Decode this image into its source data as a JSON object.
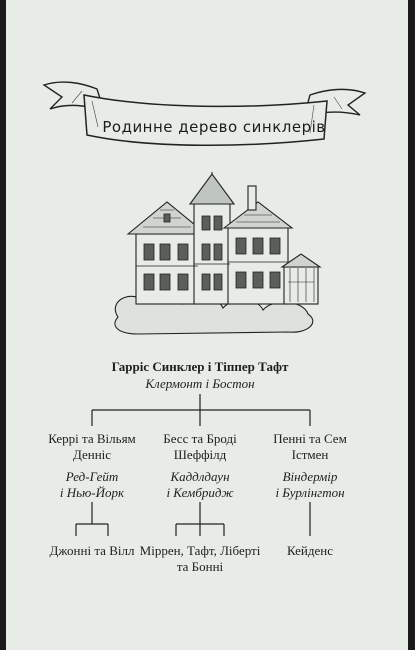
{
  "banner": {
    "title": "Родинне дерево синклерів"
  },
  "root": {
    "names": "Гарріс Синклер і Тіппер Тафт",
    "places": "Клермонт і Бостон"
  },
  "branches": [
    {
      "line1": "Керрі та Вільям",
      "line2": "Денніс",
      "place1": "Ред-Гейт",
      "place2": "і Нью-Йорк",
      "children": [
        "Джонні та Вілл"
      ]
    },
    {
      "line1": "Бесс та Броді",
      "line2": "Шеффілд",
      "place1": "Каддлдаун",
      "place2": "і Кембридж",
      "children": [
        "Міррен, Тафт, Ліберті",
        "та Бонні"
      ]
    },
    {
      "line1": "Пенні та Сем",
      "line2": "Істмен",
      "place1": "Віндермір",
      "place2": "і Бурлінгтон",
      "children": [
        "Кейденс"
      ]
    }
  ],
  "icons": {
    "banner": "ribbon-banner-icon",
    "house": "victorian-house-icon"
  },
  "colors": {
    "paper": "#e8ece6",
    "ink": "#1e1e1e",
    "frame": "#1a1a1a"
  }
}
